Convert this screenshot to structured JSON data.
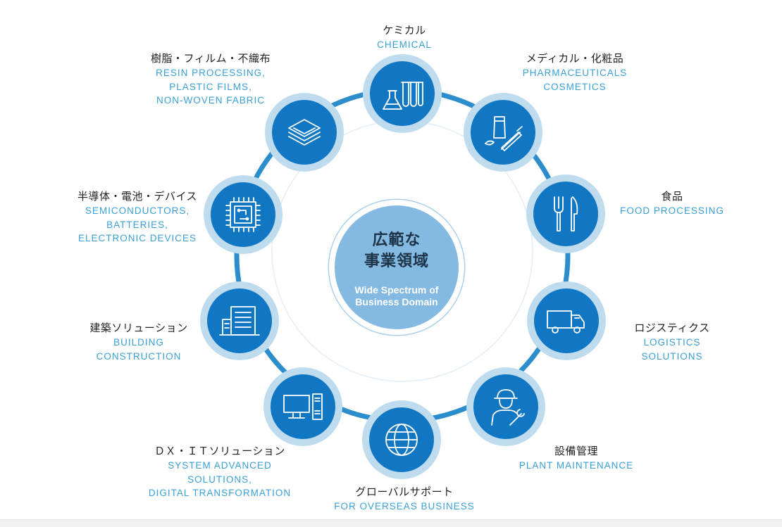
{
  "center": {
    "title_jp_line1": "広範な",
    "title_jp_line2": "事業領域",
    "title_en_line1": "Wide Spectrum of",
    "title_en_line2": "Business Domain"
  },
  "colors": {
    "node_fill": "#1277c2",
    "node_halo": "#bfdcef",
    "ring": "#2b8dcc",
    "center_fill": "#84b9e1",
    "english_text": "#39a0d6"
  },
  "domains": [
    {
      "id": "chemical",
      "icon": "flask-test-tubes-icon",
      "jp": "ケミカル",
      "en": [
        "CHEMICAL"
      ]
    },
    {
      "id": "pharma",
      "icon": "tube-syringe-icon",
      "jp": "メディカル・化粧品",
      "en": [
        "PHARMACEUTICALS",
        "COSMETICS"
      ]
    },
    {
      "id": "food",
      "icon": "fork-knife-icon",
      "jp": "食品",
      "en": [
        "FOOD PROCESSING"
      ]
    },
    {
      "id": "logistics",
      "icon": "truck-icon",
      "jp": "ロジスティクス",
      "en": [
        "LOGISTICS",
        "SOLUTIONS"
      ]
    },
    {
      "id": "plant",
      "icon": "worker-wrench-icon",
      "jp": "設備管理",
      "en": [
        "PLANT MAINTENANCE"
      ]
    },
    {
      "id": "global",
      "icon": "globe-icon",
      "jp": "グローバルサポート",
      "en": [
        "FOR OVERSEAS BUSINESS"
      ]
    },
    {
      "id": "dx",
      "icon": "computer-icon",
      "jp": "ＤＸ・ＩＴソリューション",
      "en": [
        "SYSTEM ADVANCED",
        "SOLUTIONS,",
        "DIGITAL TRANSFORMATION"
      ]
    },
    {
      "id": "building",
      "icon": "building-icon",
      "jp": "建築ソリューション",
      "en": [
        "BUILDING",
        "CONSTRUCTION"
      ]
    },
    {
      "id": "semi",
      "icon": "chip-icon",
      "jp": "半導体・電池・デバイス",
      "en": [
        "SEMICONDUCTORS,",
        "BATTERIES,",
        "ELECTRONIC DEVICES"
      ]
    },
    {
      "id": "resin",
      "icon": "layers-icon",
      "jp": "樹脂・フィルム・不織布",
      "en": [
        "RESIN PROCESSING,",
        "PLASTIC FILMS,",
        "NON-WOVEN FABRIC"
      ]
    }
  ]
}
